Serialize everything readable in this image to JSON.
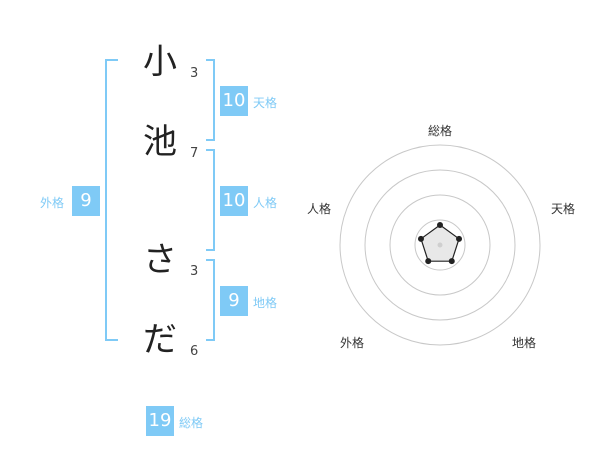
{
  "name": {
    "chars": [
      {
        "char": "小",
        "strokes": "3"
      },
      {
        "char": "池",
        "strokes": "7"
      },
      {
        "char": "さ",
        "strokes": "3"
      },
      {
        "char": "だ",
        "strokes": "6"
      }
    ]
  },
  "fortunes": {
    "tenkaku": {
      "value": "10",
      "label": "天格"
    },
    "jinkaku": {
      "value": "10",
      "label": "人格"
    },
    "chikaku": {
      "value": "9",
      "label": "地格"
    },
    "gaikaku": {
      "value": "9",
      "label": "外格"
    },
    "soukaku": {
      "value": "19",
      "label": "総格"
    }
  },
  "colors": {
    "accent": "#7fcaf6",
    "ring": "#c8c8c8",
    "marker": "#222222"
  },
  "chart_data": {
    "type": "radar",
    "axes": [
      "総格",
      "天格",
      "地格",
      "外格",
      "人格"
    ],
    "values": [
      1,
      1,
      1,
      1,
      1
    ],
    "rlim": [
      0,
      5
    ],
    "rings": 4
  }
}
